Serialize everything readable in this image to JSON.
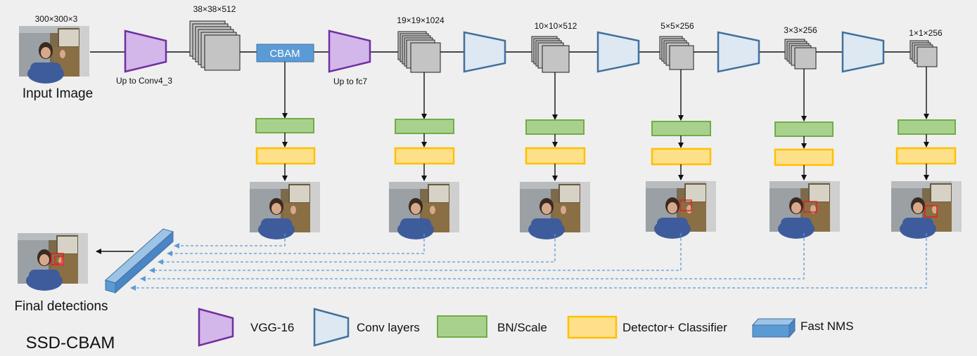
{
  "input": {
    "dims_label": "300×300×3",
    "caption": "Input Image"
  },
  "vgg_blocks": [
    {
      "label": "Up to Conv4_3"
    },
    {
      "label": "Up to fc7"
    }
  ],
  "cbam_label": "CBAM",
  "feature_maps": [
    {
      "label": "38×38×512"
    },
    {
      "label": "19×19×1024"
    },
    {
      "label": "10×10×512"
    },
    {
      "label": "5×5×256"
    },
    {
      "label": "3×3×256"
    },
    {
      "label": "1×1×256"
    }
  ],
  "output": {
    "caption": "Final detections"
  },
  "title": "SSD-CBAM",
  "legend": [
    {
      "key": "vgg",
      "label": "VGG-16"
    },
    {
      "key": "conv",
      "label": "Conv layers"
    },
    {
      "key": "bn",
      "label": "BN/Scale"
    },
    {
      "key": "det",
      "label": "Detector+ Classifier"
    },
    {
      "key": "nms",
      "label": "Fast NMS"
    }
  ],
  "colors": {
    "vgg_fill": "#d3b6ea",
    "vgg_stroke": "#7030a0",
    "conv_fill": "#dde8f3",
    "conv_stroke": "#41719c",
    "bn_fill": "#a9d18e",
    "bn_stroke": "#70ad47",
    "det_fill": "#ffe08a",
    "det_stroke": "#ffc000",
    "cbam_fill": "#5b9bd5",
    "nms_fill": "#5b9bd5",
    "dashed_line": "#5b9bd5",
    "feature_fill": "#c4c4c4",
    "detect_box": "#e02020"
  }
}
